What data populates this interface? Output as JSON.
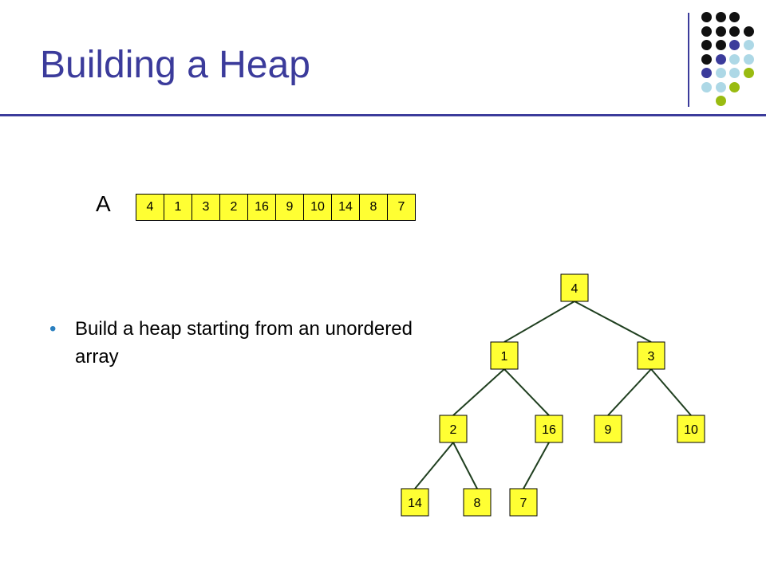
{
  "slide": {
    "title": "Building a Heap",
    "array_label": "A",
    "bullet": "Build a heap starting from an unordered array"
  },
  "array": [
    "4",
    "1",
    "3",
    "2",
    "16",
    "9",
    "10",
    "14",
    "8",
    "7"
  ],
  "tree": {
    "nodes": [
      {
        "id": "n0",
        "value": "4"
      },
      {
        "id": "n1",
        "value": "1"
      },
      {
        "id": "n2",
        "value": "3"
      },
      {
        "id": "n3",
        "value": "2"
      },
      {
        "id": "n4",
        "value": "16"
      },
      {
        "id": "n5",
        "value": "9"
      },
      {
        "id": "n6",
        "value": "10"
      },
      {
        "id": "n7",
        "value": "14"
      },
      {
        "id": "n8",
        "value": "8"
      },
      {
        "id": "n9",
        "value": "7"
      }
    ],
    "edges": [
      [
        "n0",
        "n1"
      ],
      [
        "n0",
        "n2"
      ],
      [
        "n1",
        "n3"
      ],
      [
        "n1",
        "n4"
      ],
      [
        "n2",
        "n5"
      ],
      [
        "n2",
        "n6"
      ],
      [
        "n3",
        "n7"
      ],
      [
        "n3",
        "n8"
      ],
      [
        "n4",
        "n9"
      ]
    ]
  },
  "colors": {
    "title": "#3b3b9b",
    "node_fill": "#ffff33",
    "edge": "#1f3f1f",
    "bullet": "#2a7fbf",
    "dot_black": "#111111",
    "dot_indigo": "#3b3b9b",
    "dot_lightblue": "#add8e6",
    "dot_green": "#99bb11"
  }
}
